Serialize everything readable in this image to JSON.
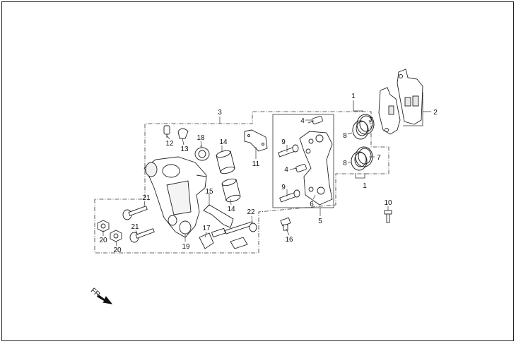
{
  "diagram": {
    "callouts": {
      "c1a": "1",
      "c1b": "1",
      "c2": "2",
      "c3": "3",
      "c4a": "4",
      "c4b": "4",
      "c5": "5",
      "c6": "6",
      "c7a": "7",
      "c7b": "7",
      "c8a": "8",
      "c8b": "8",
      "c9a": "9",
      "c9b": "9",
      "c10": "10",
      "c11": "11",
      "c12": "12",
      "c13": "13",
      "c14a": "14",
      "c14b": "14",
      "c15": "15",
      "c16": "16",
      "c17": "17",
      "c18": "18",
      "c19": "19",
      "c20a": "20",
      "c20b": "20",
      "c21a": "21",
      "c21b": "21",
      "c22": "22"
    },
    "direction_label": "FR"
  }
}
